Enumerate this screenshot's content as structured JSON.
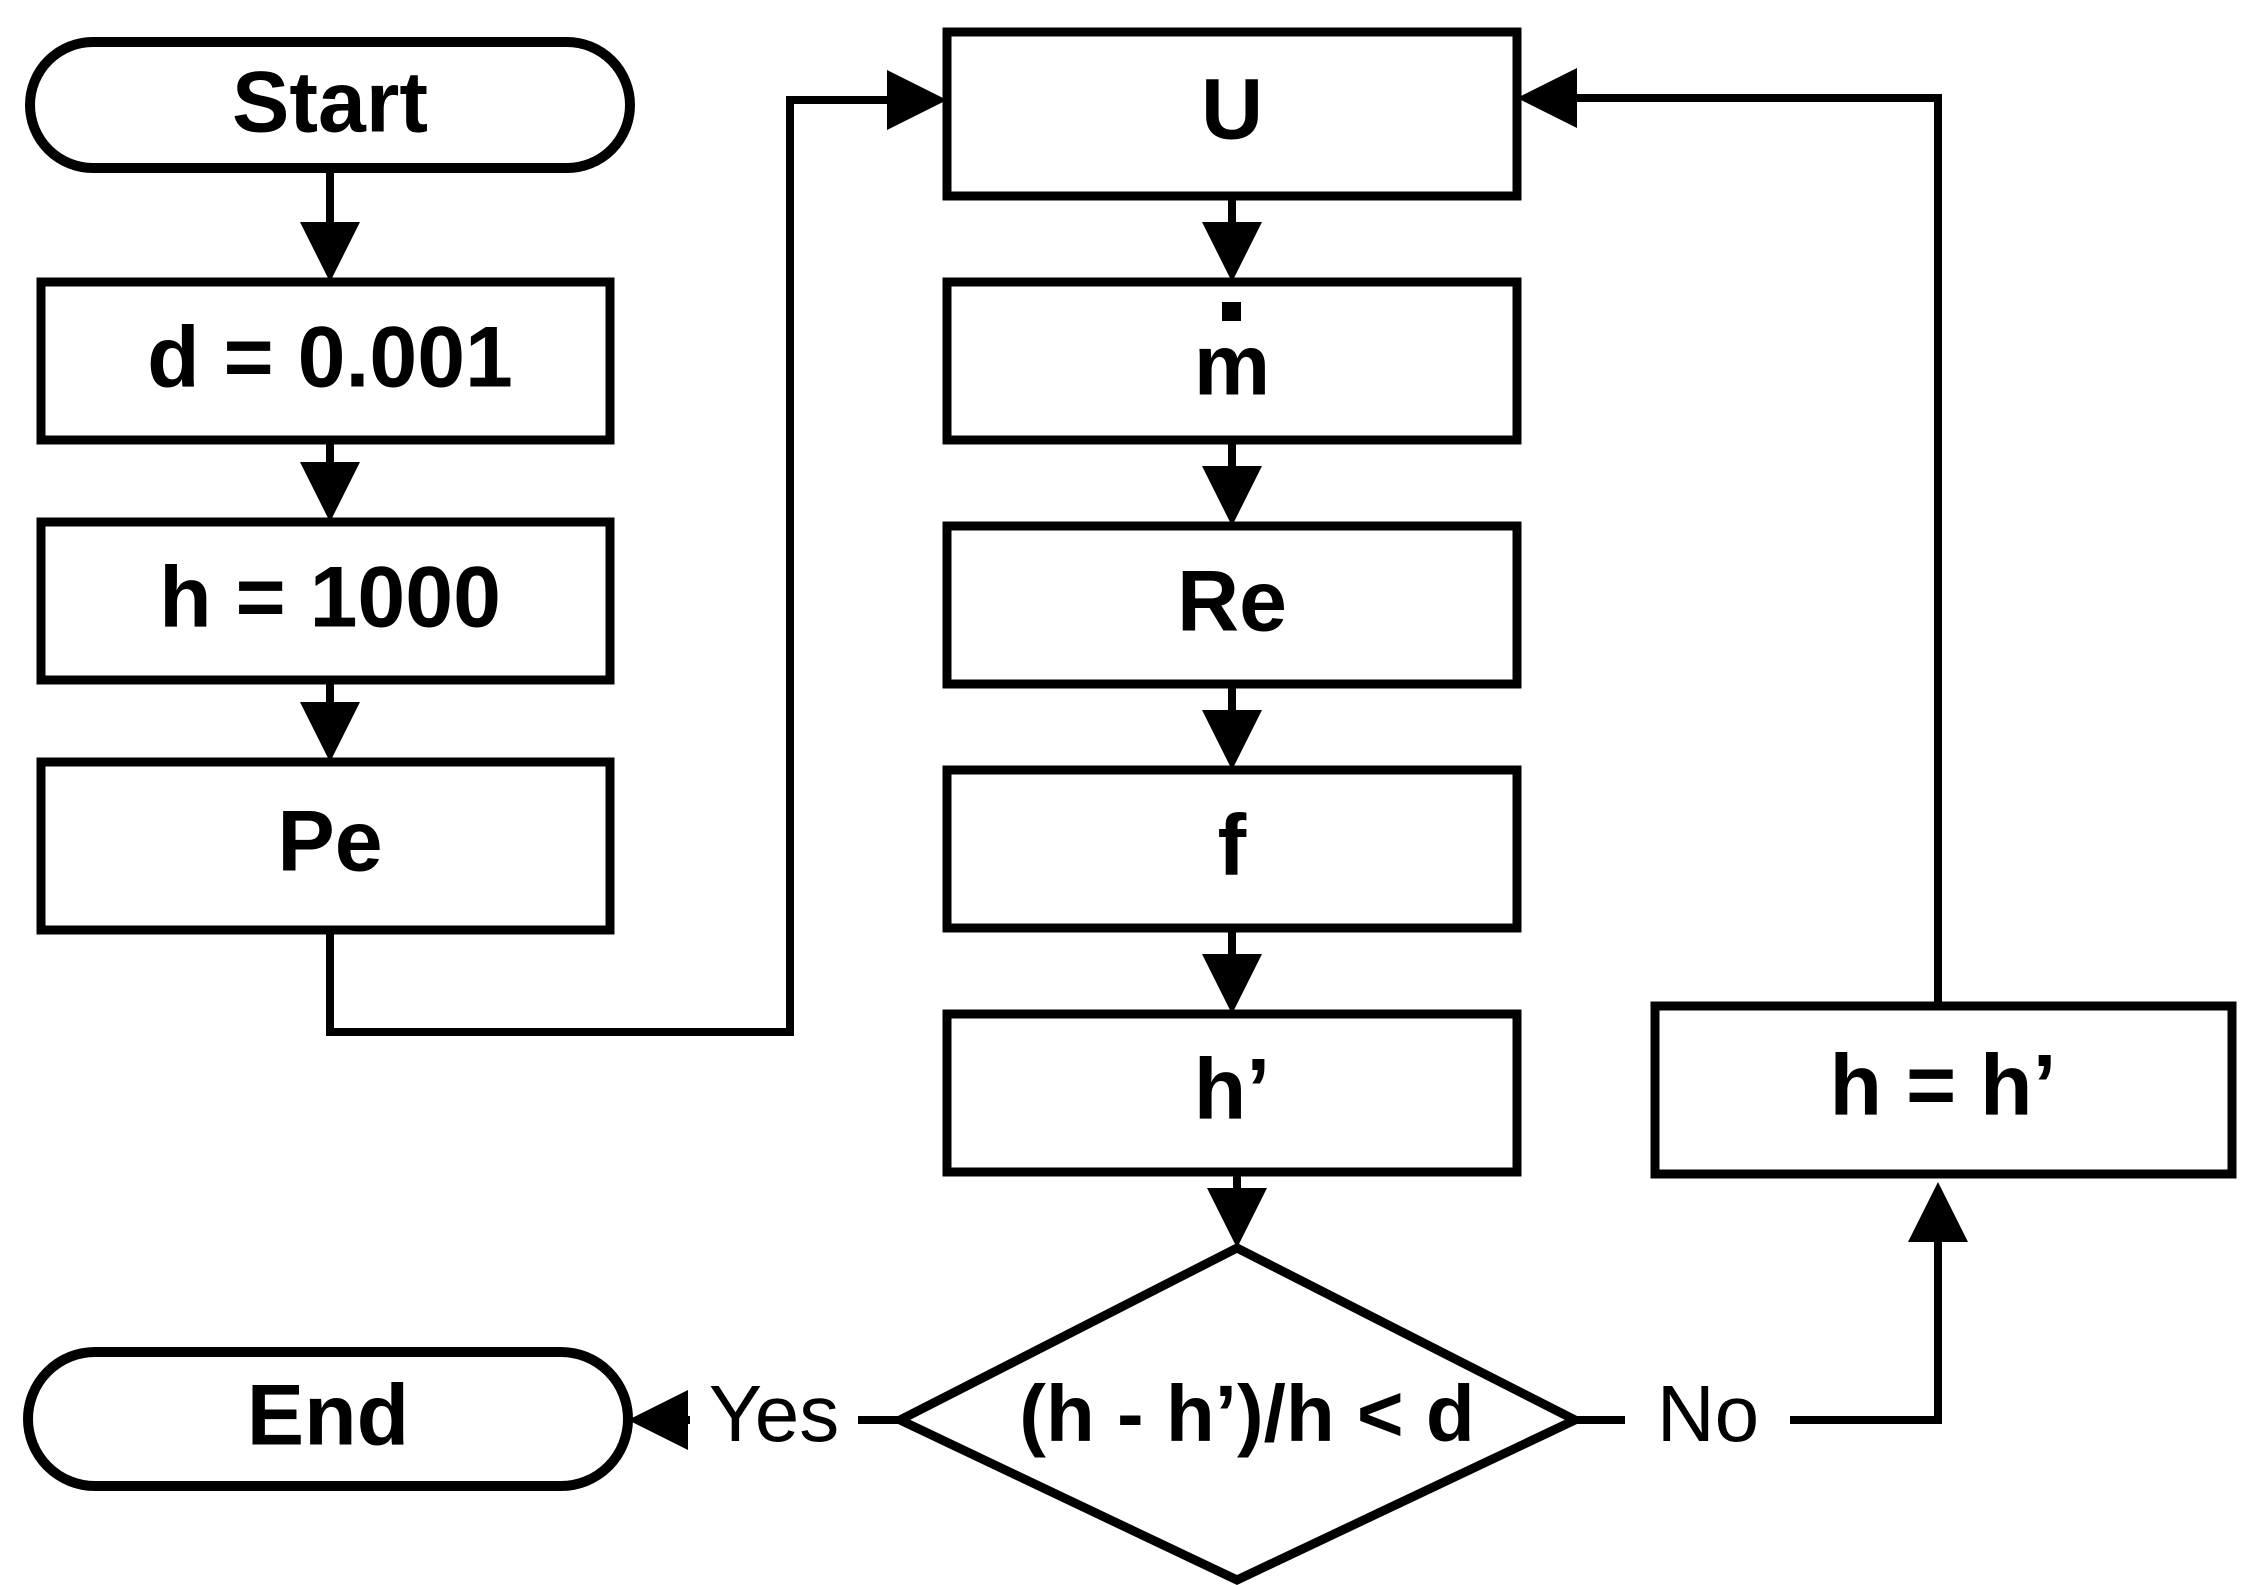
{
  "diagram": {
    "title": "Iterative heat transfer coefficient calculation flowchart",
    "stroke_color": "#000000",
    "fill_color": "#ffffff",
    "background": "#ffffff"
  },
  "nodes": {
    "start": {
      "label": "Start",
      "shape": "terminator"
    },
    "set_d": {
      "label": "d = 0.001",
      "shape": "process"
    },
    "set_h": {
      "label": "h = 1000",
      "shape": "process"
    },
    "pe": {
      "label": "Pe",
      "shape": "process"
    },
    "u": {
      "label": "U",
      "shape": "process"
    },
    "mdot": {
      "label": "m",
      "accent": "dot-above",
      "shape": "process"
    },
    "re": {
      "label": "Re",
      "shape": "process"
    },
    "f": {
      "label": "f",
      "shape": "process"
    },
    "h_prime": {
      "label": "h’",
      "shape": "process"
    },
    "decision": {
      "label": "(h - h’)/h < d",
      "shape": "decision"
    },
    "update_h": {
      "label": "h = h’",
      "shape": "process"
    },
    "end": {
      "label": "End",
      "shape": "terminator"
    }
  },
  "edges": {
    "yes_label": "Yes",
    "no_label": "No"
  }
}
